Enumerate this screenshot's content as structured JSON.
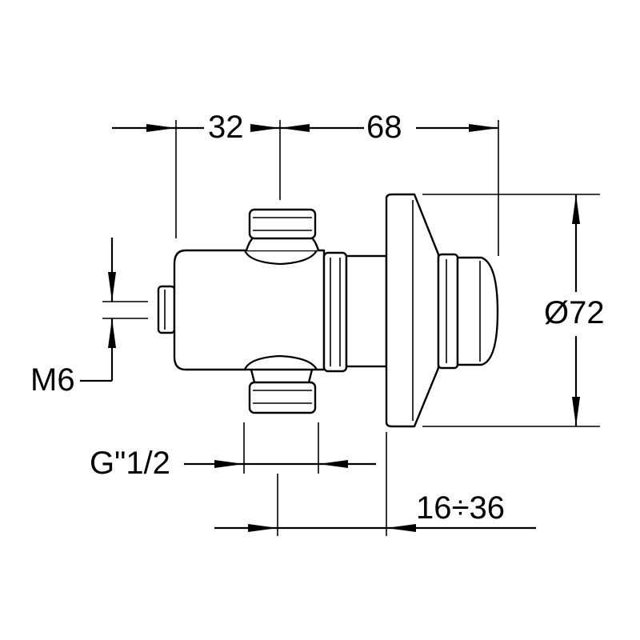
{
  "dimensions": {
    "d32": "32",
    "d68": "68",
    "dia72": "Ø72",
    "m6": "M6",
    "g_half": "G\"1/2",
    "wall_range": "16÷36"
  }
}
